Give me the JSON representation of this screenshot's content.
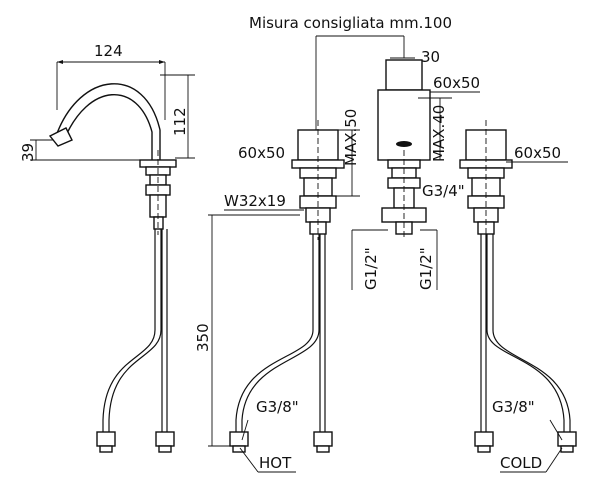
{
  "drawing": {
    "title": "Misura consigliata mm.100",
    "dimensions": {
      "spout_reach": "124",
      "spout_height": "112",
      "spout_tip": "39",
      "spacing_30": "30",
      "body_60x50_top": "60x50",
      "max_40": "MAX.40",
      "max_50": "MAX.50",
      "handle_left_60x50": "60x50",
      "handle_right_60x50": "60x50",
      "thread_g34": "G3/4\"",
      "nut_w32x19": "W32x19",
      "thread_g12_left": "G1/2\"",
      "thread_g12_right": "G1/2\"",
      "hose_length_350": "350",
      "hose_left_g38": "G3/8\"",
      "hose_right_g38": "G3/8\""
    },
    "labels": {
      "hot": "HOT",
      "cold": "COLD"
    }
  }
}
